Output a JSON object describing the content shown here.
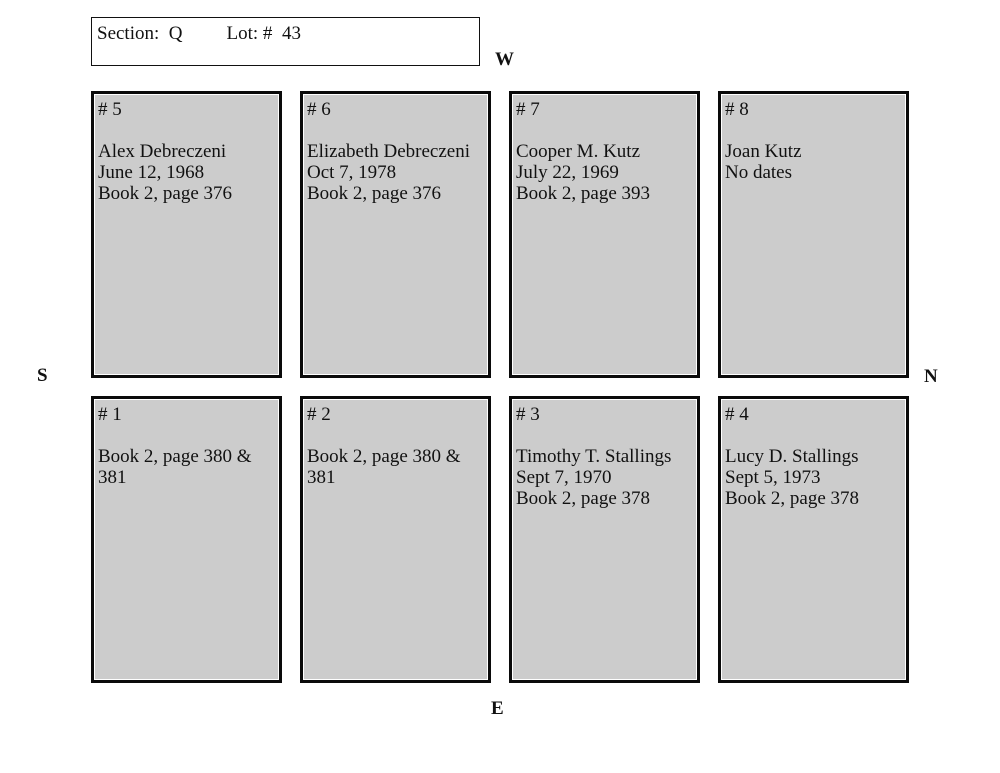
{
  "header": {
    "section_label": "Section:",
    "section_value": "Q",
    "lot_label": "Lot: #",
    "lot_value": "43"
  },
  "compass": {
    "west": "W",
    "south": "S",
    "north": "N",
    "east": "E"
  },
  "plots": {
    "top_row": [
      {
        "number": "# 5",
        "lines": [
          "Alex Debreczeni",
          "June 12, 1968",
          "Book 2, page 376"
        ]
      },
      {
        "number": "# 6",
        "lines": [
          "Elizabeth Debreczeni",
          "Oct 7, 1978",
          "Book 2, page 376"
        ]
      },
      {
        "number": "# 7",
        "lines": [
          "Cooper M. Kutz",
          "July 22, 1969",
          "Book 2, page 393"
        ]
      },
      {
        "number": "# 8",
        "lines": [
          "Joan Kutz",
          "No dates",
          ""
        ]
      }
    ],
    "bottom_row": [
      {
        "number": "# 1",
        "lines": [
          "Book 2, page 380 & 381",
          "",
          ""
        ]
      },
      {
        "number": "# 2",
        "lines": [
          "Book 2, page 380 & 381",
          "",
          ""
        ]
      },
      {
        "number": "# 3",
        "lines": [
          "Timothy T. Stallings",
          "Sept 7, 1970",
          "Book 2, page 378"
        ]
      },
      {
        "number": "# 4",
        "lines": [
          "Lucy D. Stallings",
          "Sept 5, 1973",
          "Book 2, page 378"
        ]
      }
    ]
  },
  "colors": {
    "plot_fill": "#cccccc",
    "plot_border": "#0a0a0a"
  }
}
